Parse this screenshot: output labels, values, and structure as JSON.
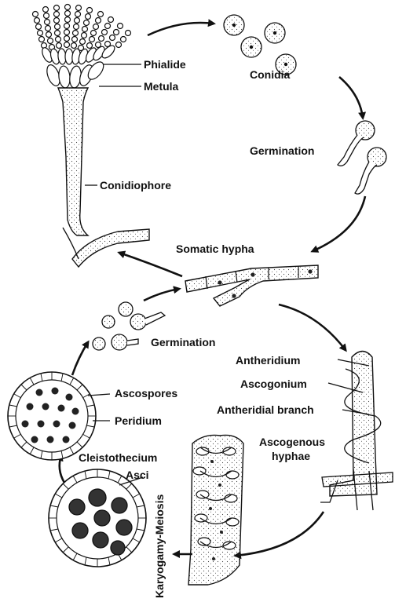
{
  "labels": {
    "phialide": "Phialide",
    "metula": "Metula",
    "conidia": "Conidia",
    "germination_top": "Germination",
    "conidiophore": "Conidiophore",
    "somatic_hypha": "Somatic hypha",
    "germination_left": "Germination",
    "antheridium": "Antheridium",
    "ascogonium": "Ascogonium",
    "antheridial_branch": "Antheridial branch",
    "ascogenous_line1": "Ascogenous",
    "ascogenous_line2": "hyphae",
    "ascospores": "Ascospores",
    "peridium": "Peridium",
    "cleistothecium": "Cleistothecium",
    "asci": "Asci",
    "karyogamy": "Karyogamy-Meiosis"
  },
  "colors": {
    "ink": "#111111",
    "paper": "#ffffff"
  }
}
